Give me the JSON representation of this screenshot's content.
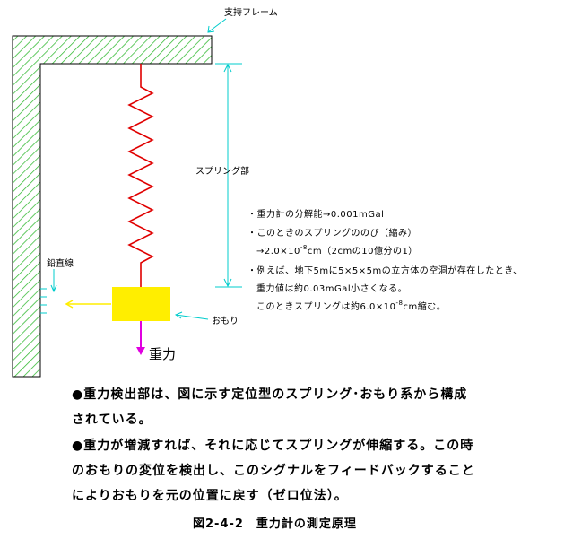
{
  "labels": {
    "frame": "支持フレーム",
    "spring": "スプリング部",
    "plumb": "鉛直線",
    "weight": "おもり",
    "gravity": "重力"
  },
  "notes": {
    "n1": "・重力計の分解能→0.001mGal",
    "n2": "・このときのスプリングののび（縮み）",
    "n3_pre": "→2.0×10",
    "n3_exp": "-8",
    "n3_post": "cm（2cmの10億分の1）",
    "n4": "・例えば、地下5mに5×5×5mの立方体の空洞が存在したとき、",
    "n5": "重力値は約0.03mGal小さくなる。",
    "n6_pre": "このときスプリングは約6.0×10",
    "n6_exp": "-8",
    "n6_post": "cm縮む。"
  },
  "body": {
    "line1": "●重力検出部は、図に示す定位型のスプリング･おもり系から構成",
    "line2": "されている。",
    "line3": "●重力が増減すれば、それに応じてスプリングが伸縮する。この時",
    "line4": "のおもりの変位を検出し、このシグナルをフィードバックすること",
    "line5": "によりおもりを元の位置に戻す（ゼロ位法）。"
  },
  "caption": "図2-4-2　重力計の測定原理",
  "colors": {
    "frame_hatch": "#2eb82e",
    "spring": "#e00000",
    "weight": "#ffee00",
    "pointer": "#00cccc",
    "gravity_arrow": "#e000e0",
    "plumb_arrow": "#ffee00"
  }
}
